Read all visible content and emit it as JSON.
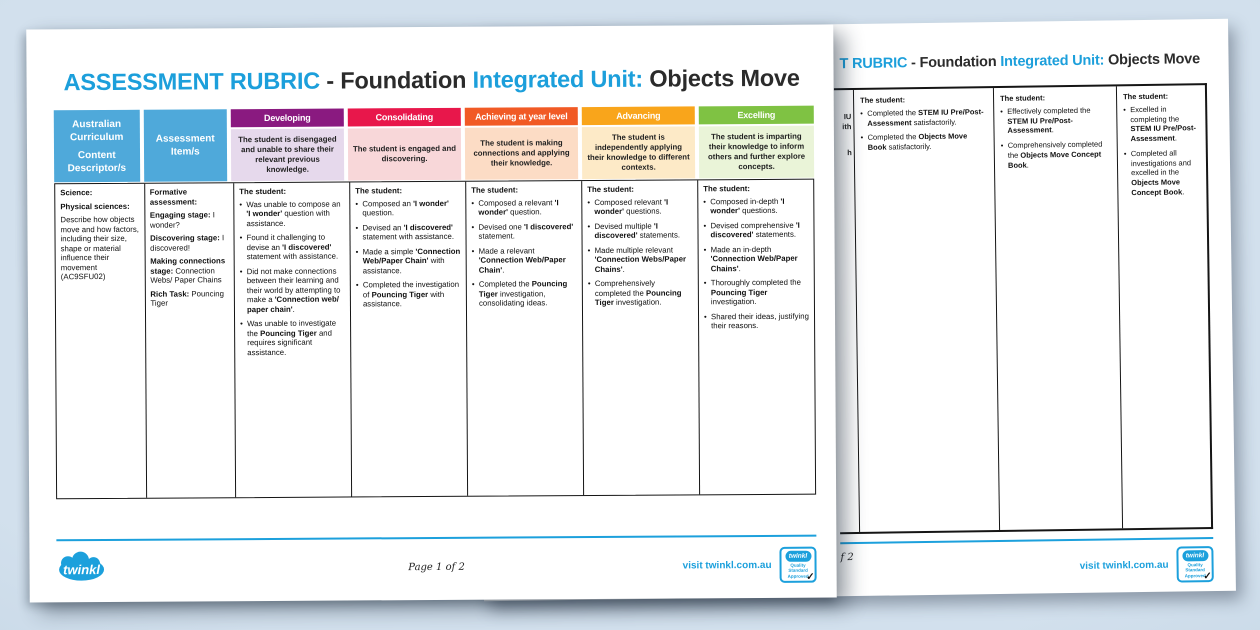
{
  "colors": {
    "background": "#c9d9e8",
    "accent_blue": "#1ca0dc",
    "title_dark": "#2b2b2b",
    "info_header_bg": "#4fa9da",
    "table_border": "#151515"
  },
  "page1": {
    "title_segments": [
      {
        "text": "ASSESSMENT RUBRIC",
        "color": "blue"
      },
      {
        "text": " - Foundation ",
        "color": "dark"
      },
      {
        "text": "Integrated Unit:",
        "color": "blue"
      },
      {
        "text": " Objects Move",
        "color": "dark"
      }
    ],
    "columns": [
      {
        "type": "info",
        "header_lines": [
          "Australian",
          "Curriculum",
          "Content",
          "Descriptor/s"
        ],
        "paragraphs": [
          "**Science:**",
          "**Physical sciences:**",
          "Describe how objects move and how factors, including their size, shape or material influence their movement (AC9SFU02)"
        ]
      },
      {
        "type": "info",
        "header_lines": [
          "Assessment",
          "Item/s"
        ],
        "paragraphs": [
          "**Formative assessment:**",
          "**Engaging stage:** I wonder?",
          "**Discovering stage:** I discovered!",
          "**Making connections stage:** Connection Webs/ Paper Chains",
          "**Rich Task:** Pouncing Tiger"
        ]
      },
      {
        "type": "level",
        "label": "Developing",
        "header_bg": "#8a1a80",
        "band_bg": "#e6d9ec",
        "band_text": "The student is disengaged and unable to share their relevant previous knowledge.",
        "intro": "The student:",
        "bullets": [
          "Was unable to compose an **'I wonder'** question with assistance.",
          "Found it challenging to devise an **'I discovered'** statement with assistance.",
          "Did not make connections between their learning and their world by attempting to make a **'Connection web/ paper chain'**.",
          "Was unable to investigate the **Pouncing Tiger** and requires significant assistance."
        ]
      },
      {
        "type": "level",
        "label": "Consolidating",
        "header_bg": "#e8174b",
        "band_bg": "#f8d7d9",
        "band_text": "The student is engaged and discovering.",
        "intro": "The student:",
        "bullets": [
          "Composed an **'I wonder'** question.",
          "Devised an **'I discovered'** statement with assistance.",
          "Made a simple **'Connection Web/Paper Chain'** with assistance.",
          "Completed the investigation of **Pouncing Tiger** with assistance."
        ]
      },
      {
        "type": "level",
        "label": "Achieving at year level",
        "header_bg": "#f15a25",
        "band_bg": "#fcdcc5",
        "band_text": "The student is making connections and applying their knowledge.",
        "intro": "The student:",
        "bullets": [
          "Composed a relevant **'I wonder'** question.",
          "Devised one **'I discovered'** statement.",
          "Made a relevant **'Connection Web/Paper Chain'**.",
          "Completed the **Pouncing Tiger** investigation, consolidating ideas."
        ]
      },
      {
        "type": "level",
        "label": "Advancing",
        "header_bg": "#f9a51b",
        "band_bg": "#fdeac7",
        "band_text": "The student is independently applying their knowledge to different contexts.",
        "intro": "The student:",
        "bullets": [
          "Composed relevant **'I wonder'** questions.",
          "Devised multiple **'I discovered'** statements.",
          "Made multiple relevant **'Connection Webs/Paper Chains'**.",
          "Comprehensively completed the **Pouncing Tiger** investigation."
        ]
      },
      {
        "type": "level",
        "label": "Excelling",
        "header_bg": "#7fc243",
        "band_bg": "#eaf4d8",
        "band_text": "The student is imparting their knowledge to inform others and further explore concepts.",
        "intro": "The student:",
        "bullets": [
          "Composed in-depth **'I wonder'** questions.",
          "Devised comprehensive **'I discovered'** statements.",
          "Made an in-depth **'Connection Web/Paper Chains'**.",
          "Thoroughly completed the **Pouncing Tiger** investigation.",
          "Shared their ideas, justifying their reasons."
        ]
      }
    ],
    "footer": {
      "logo_text": "twinkl",
      "page_label": "Page 1 of 2",
      "visit_label": "visit twinkl.com.au",
      "badge": {
        "logo_text": "twinkl",
        "line1": "Quality Standard",
        "line2": "Approved"
      }
    }
  },
  "page2": {
    "title_segments": [
      {
        "text": "T RUBRIC",
        "color": "blue"
      },
      {
        "text": " - Foundation ",
        "color": "dark"
      },
      {
        "text": "Integrated Unit:",
        "color": "blue"
      },
      {
        "text": " Objects Move",
        "color": "dark"
      }
    ],
    "columns": [
      {
        "type": "partial",
        "fragments": [
          "IU",
          "ith",
          "h"
        ]
      },
      {
        "type": "level",
        "intro": "The student:",
        "bullets": [
          "Completed the **STEM IU Pre/Post-Assessment** satisfactorily.",
          "Completed the **Objects Move Book** satisfactorily."
        ]
      },
      {
        "type": "level",
        "intro": "The student:",
        "bullets": [
          "Effectively completed the **STEM IU Pre/Post-Assessment**.",
          "Comprehensively completed the **Objects Move Concept Book**."
        ]
      },
      {
        "type": "level",
        "intro": "The student:",
        "bullets": [
          "Excelled in completing the **STEM IU Pre/Post-Assessment**.",
          "Completed all investigations and excelled in the **Objects Move Concept Book**."
        ]
      }
    ],
    "footer": {
      "page_label_fragment": "f 2",
      "visit_label": "visit twinkl.com.au",
      "badge": {
        "logo_text": "twinkl",
        "line1": "Quality Standard",
        "line2": "Approved"
      }
    }
  }
}
